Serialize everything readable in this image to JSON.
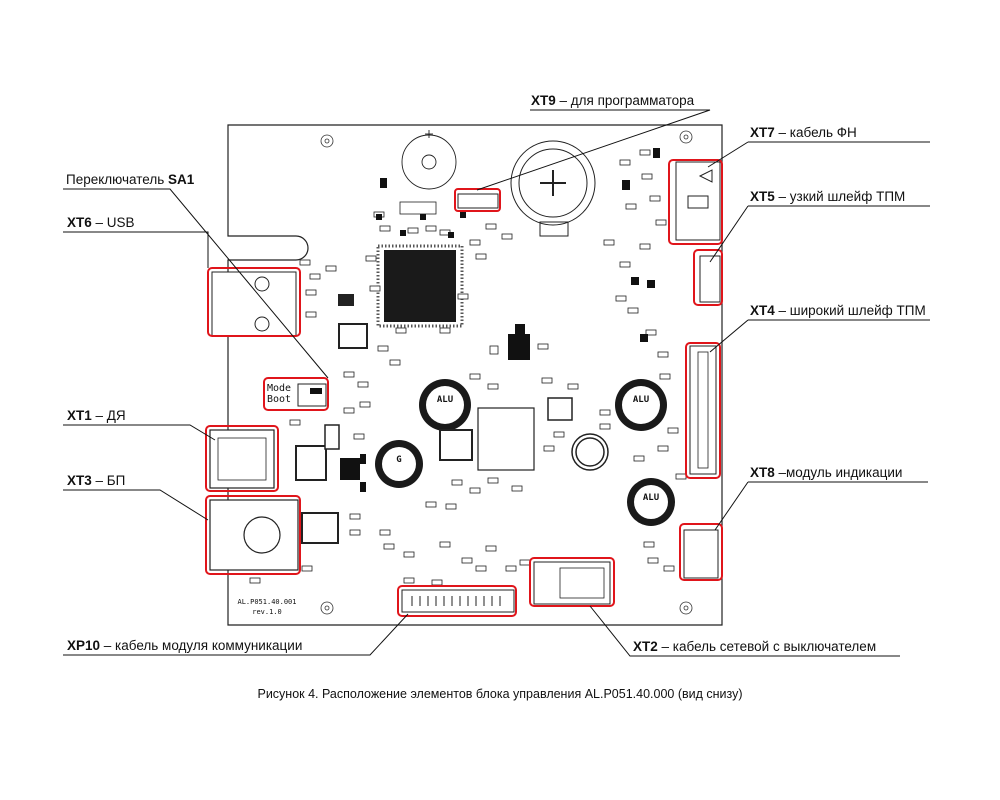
{
  "callouts": [
    {
      "id": "xt9",
      "code": "XT9",
      "text": " – для программатора"
    },
    {
      "id": "xt7",
      "code": "XT7",
      "text": " – кабель ФН"
    },
    {
      "id": "sa1",
      "prefix": "Переключатель ",
      "code": "SA1",
      "text": ""
    },
    {
      "id": "xt5",
      "code": "XT5",
      "text": " – узкий шлейф ТПМ"
    },
    {
      "id": "xt6",
      "code": "XT6",
      "text": " – USB"
    },
    {
      "id": "xt4",
      "code": "XT4",
      "text": " – широкий шлейф ТПМ"
    },
    {
      "id": "xt1",
      "code": "XT1",
      "text": " – ДЯ"
    },
    {
      "id": "xt8",
      "code": "XT8",
      "text": " –модуль индикации"
    },
    {
      "id": "xt3",
      "code": "XT3",
      "text": " – БП"
    },
    {
      "id": "xp10",
      "code": "XP10",
      "text": " – кабель модуля коммуникации"
    },
    {
      "id": "xt2",
      "code": "XT2",
      "text": " – кабель сетевой с выключателем"
    }
  ],
  "caption": "Рисунок 4. Расположение элементов блока управления AL.P051.40.000 (вид снизу)",
  "board": {
    "mode_label": "Mode",
    "boot_label": "Boot",
    "board_id": "AL.P051.40.001",
    "revision": "rev.1.0",
    "highlight_color": "#e0151b",
    "cap_marking_alu": "ALU",
    "cap_marking_g": "G"
  }
}
